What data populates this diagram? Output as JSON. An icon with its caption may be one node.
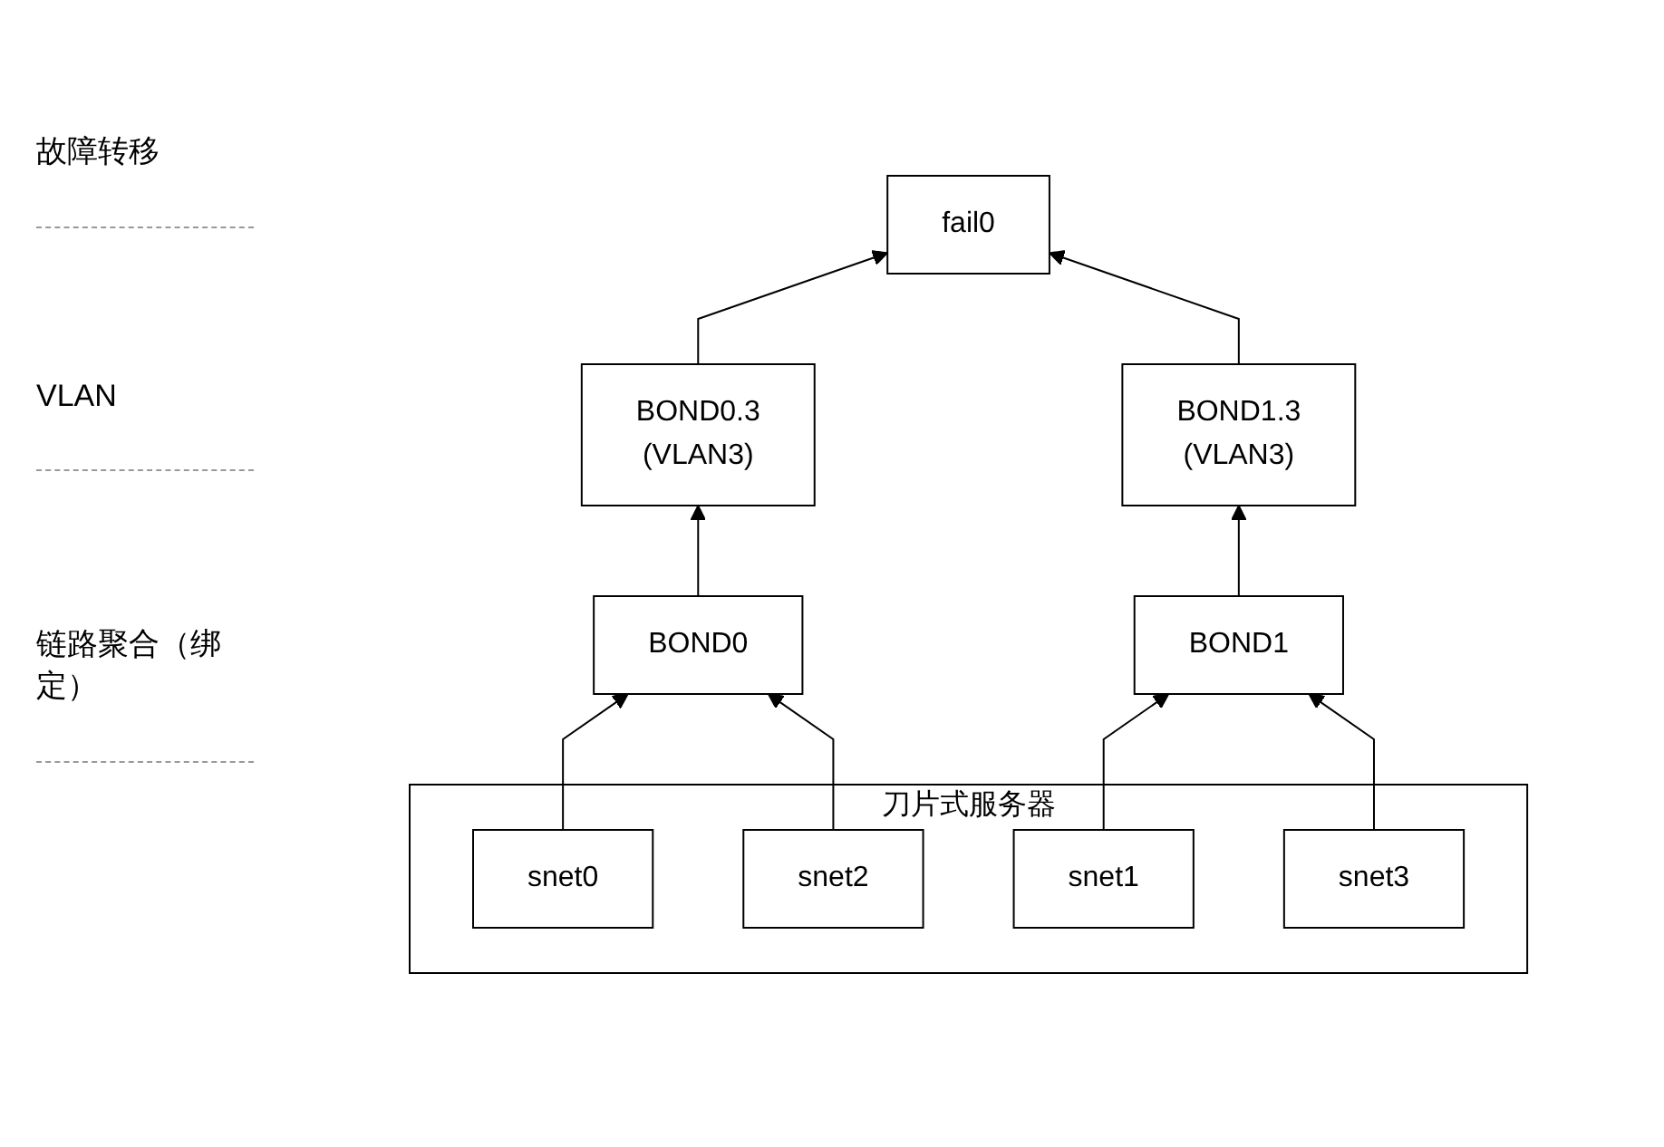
{
  "diagram": {
    "nodes": [
      {
        "text": [
          "fail0"
        ]
      },
      {
        "text": [
          "BOND0.3",
          "(VLAN3)"
        ]
      },
      {
        "text": [
          "BOND1.3",
          "(VLAN3)"
        ]
      },
      {
        "text": [
          "BOND0"
        ]
      },
      {
        "text": [
          "BOND1"
        ]
      },
      {
        "text": [
          "刀片式服务器"
        ]
      },
      {
        "text": [
          "snet0"
        ],
        "in": 5
      },
      {
        "text": [
          "snet1"
        ],
        "in": 5
      },
      {
        "text": [
          "snet2"
        ],
        "in": 5
      },
      {
        "text": [
          "snet3"
        ],
        "in": 5
      }
    ],
    "edges": [
      {
        "from": 1,
        "to": 0,
        "arrow": "to"
      },
      {
        "from": 2,
        "to": 0,
        "arrow": "to"
      },
      {
        "from": 3,
        "to": 1,
        "arrow": "to"
      },
      {
        "from": 4,
        "to": 2,
        "arrow": "to"
      },
      {
        "from": 6,
        "to": 3,
        "arrow": "to"
      },
      {
        "from": 7,
        "to": 4,
        "arrow": "to"
      },
      {
        "from": 8,
        "to": 3,
        "arrow": "to"
      },
      {
        "from": 9,
        "to": 4,
        "arrow": "to"
      }
    ],
    "labels": [
      "故障转移",
      "VLAN",
      "链路聚合（绑定）"
    ]
  }
}
